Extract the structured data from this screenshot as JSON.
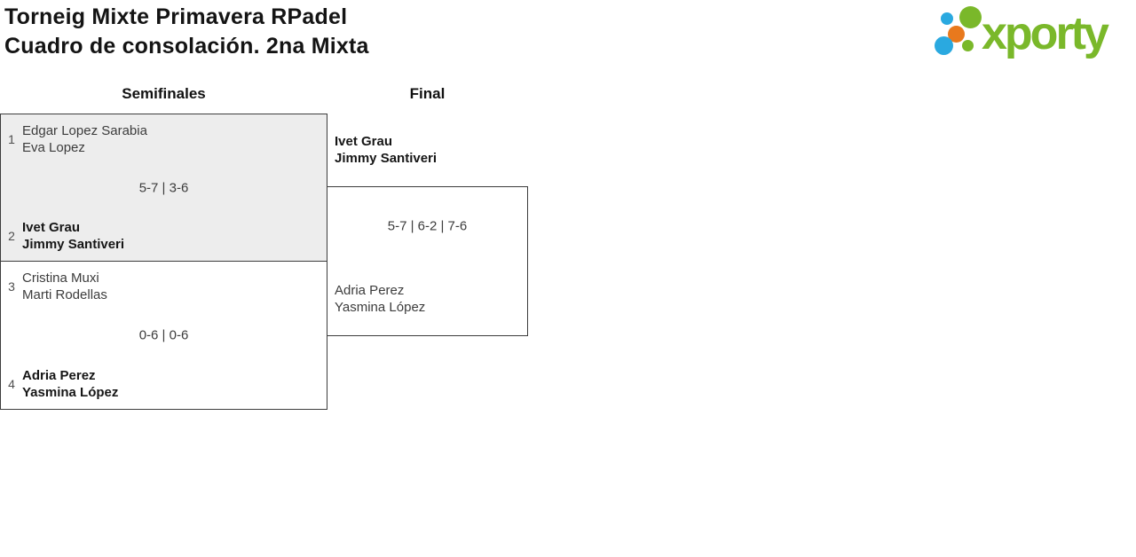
{
  "page": {
    "title_line1": "Torneig Mixte Primavera RPadel",
    "title_line2": "Cuadro de consolación. 2na Mixta"
  },
  "logo": {
    "text": "xporty",
    "colors": {
      "green": "#7ab82a",
      "blue": "#2aa9e0",
      "orange": "#e8791d"
    }
  },
  "colors": {
    "match_border": "#3c3c3c",
    "highlight_box_fill": "#ededed",
    "text_primary": "#161616",
    "text_secondary": "#3c3c3c"
  },
  "bracket": {
    "round_headers": [
      "Semifinales",
      "Final"
    ],
    "semifinals": [
      {
        "score": "5-7 | 3-6",
        "team1": {
          "seed": "1",
          "players": [
            "Edgar Lopez Sarabia",
            "Eva Lopez"
          ],
          "winner": false
        },
        "team2": {
          "seed": "2",
          "players": [
            "Ivet Grau",
            "Jimmy Santiveri"
          ],
          "winner": true
        }
      },
      {
        "score": "0-6 | 0-6",
        "team1": {
          "seed": "3",
          "players": [
            "Cristina Muxi",
            "Marti Rodellas"
          ],
          "winner": false
        },
        "team2": {
          "seed": "4",
          "players": [
            "Adria Perez",
            "Yasmina López"
          ],
          "winner": true
        }
      }
    ],
    "final": {
      "score": "5-7 | 6-2 | 7-6",
      "team1": {
        "players": [
          "Ivet Grau",
          "Jimmy Santiveri"
        ],
        "winner": true
      },
      "team2": {
        "players": [
          "Adria Perez",
          "Yasmina López"
        ],
        "winner": false
      }
    }
  }
}
